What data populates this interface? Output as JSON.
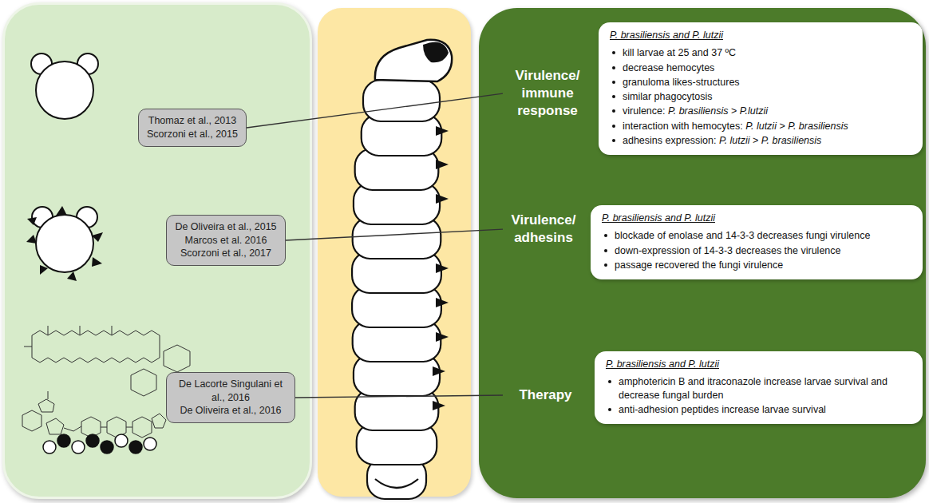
{
  "diagram": {
    "nodes": [
      {
        "text": [
          "Thomaz et al., 2013",
          "Scorzoni et al., 2015"
        ]
      },
      {
        "text": [
          "De Oliveira et al., 2015",
          "Marcos et al. 2016",
          "Scorzoni et al., 2017"
        ]
      },
      {
        "text": [
          "De Lacorte Singulani et al., 2016",
          "De Oliveira et al., 2016"
        ]
      },
      {
        "text": [
          "Virulence/ immune response",
          "P. brasiliensis and P. lutzii",
          "kill larvae at 25 and 37 ºC",
          "decrease hemocytes",
          "granuloma likes-structures",
          "similar phagocytosis",
          "virulence: P. brasiliensis > P.lutzii",
          "interaction with hemocytes: P. lutzii > P. brasiliensis",
          "adhesins expression: P. lutzii > P. brasiliensis"
        ]
      },
      {
        "text": [
          "Virulence/ adhesins",
          "P. brasiliensis and P. lutzii",
          "blockade of enolase and 14-3-3 decreases fungi virulence",
          "down-expression of 14-3-3 decreases the virulence",
          "passage recovered the fungi virulence"
        ]
      },
      {
        "text": [
          "Therapy",
          "P. brasiliensis and P. lutzii",
          "amphotericin B and itraconazole increase larvae survival and decrease fungal burden",
          "anti-adhesion peptides increase larvae survival"
        ]
      }
    ],
    "edges": [
      {
        "from": 0,
        "to": 3,
        "arrow": "none"
      },
      {
        "from": 1,
        "to": 4,
        "arrow": "none"
      },
      {
        "from": 2,
        "to": 5,
        "arrow": "none"
      }
    ]
  }
}
